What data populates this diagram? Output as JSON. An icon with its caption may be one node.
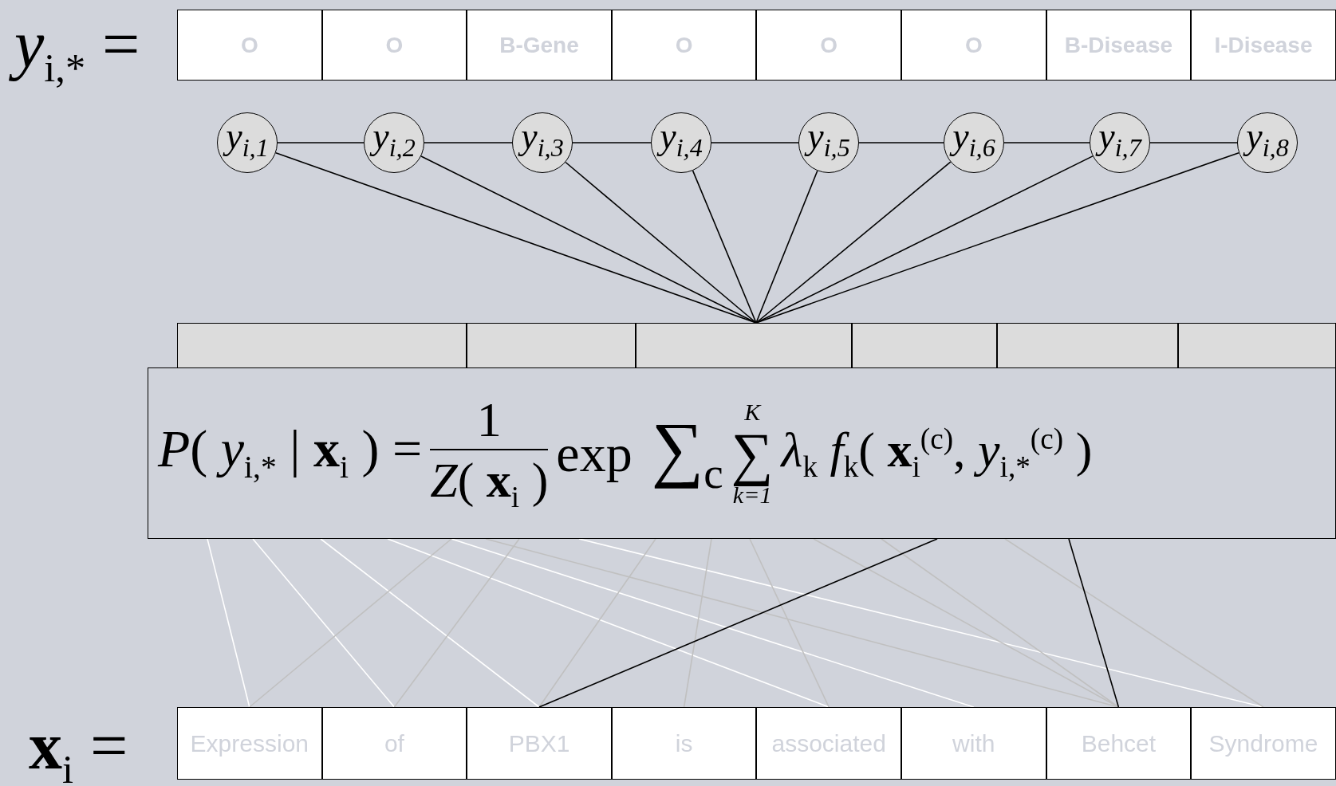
{
  "diagram": {
    "nodes": [
      {
        "text": [
          "O"
        ]
      },
      {
        "text": [
          "O"
        ]
      },
      {
        "text": [
          "B-Gene"
        ]
      },
      {
        "text": [
          "O"
        ]
      },
      {
        "text": [
          "O"
        ]
      },
      {
        "text": [
          "O"
        ]
      },
      {
        "text": [
          "B-Disease"
        ]
      },
      {
        "text": [
          "I-Disease"
        ]
      },
      {
        "text": [
          "y$_{i,1}$"
        ]
      },
      {
        "text": [
          "y$_{i,2}$"
        ]
      },
      {
        "text": [
          "y$_{i,3}$"
        ]
      },
      {
        "text": [
          "y$_{i,4}$"
        ]
      },
      {
        "text": [
          "y$_{i,5}$"
        ]
      },
      {
        "text": [
          "y$_{i,6}$"
        ]
      },
      {
        "text": [
          "y$_{i,7}$"
        ]
      },
      {
        "text": [
          "y$_{i,8}$"
        ]
      },
      {
        "text": [],
        "shape": "box"
      },
      {
        "text": [],
        "shape": "box"
      },
      {
        "text": [],
        "shape": "box"
      },
      {
        "text": [],
        "shape": "box"
      },
      {
        "text": [],
        "shape": "box"
      },
      {
        "text": [],
        "shape": "box"
      },
      {
        "text": [
          "*P*( *y*$_{i,*}$ | **x**$_{i}$ ) =",
          "1",
          "*Z*( **x**$_{i}$ )",
          "exp",
          "∑$_{c}$",
          "K",
          "∑",
          "k=1",
          "*λ*$_{k}$ *f*$_{k}$( **x**$_{i}$$^{(c)}$, *y*$_{i,*}$$^{(c)}$ )"
        ]
      },
      {
        "text": [
          "Expression"
        ]
      },
      {
        "text": [
          "of"
        ]
      },
      {
        "text": [
          "PBX1"
        ]
      },
      {
        "text": [
          "is"
        ]
      },
      {
        "text": [
          "associated"
        ]
      },
      {
        "text": [
          "with"
        ]
      },
      {
        "text": [
          "Behcet"
        ]
      },
      {
        "text": [
          "Syndrome"
        ]
      }
    ],
    "edges": [
      {
        "from": 8,
        "to": 9,
        "arrow": "none"
      },
      {
        "from": 9,
        "to": 10,
        "arrow": "none"
      },
      {
        "from": 10,
        "to": 11,
        "arrow": "none"
      },
      {
        "from": 11,
        "to": 12,
        "arrow": "none"
      },
      {
        "from": 12,
        "to": 13,
        "arrow": "none"
      },
      {
        "from": 13,
        "to": 14,
        "arrow": "none"
      },
      {
        "from": 14,
        "to": 15,
        "arrow": "none"
      },
      {
        "from": 8,
        "to": 18,
        "arrow": "none"
      },
      {
        "from": 9,
        "to": 18,
        "arrow": "none"
      },
      {
        "from": 10,
        "to": 18,
        "arrow": "none"
      },
      {
        "from": 11,
        "to": 18,
        "arrow": "none"
      },
      {
        "from": 12,
        "to": 18,
        "arrow": "none"
      },
      {
        "from": 13,
        "to": 18,
        "arrow": "none"
      },
      {
        "from": 14,
        "to": 18,
        "arrow": "none"
      },
      {
        "from": 15,
        "to": 18,
        "arrow": "none"
      },
      {
        "from": 23,
        "to": 22,
        "arrow": "none",
        "color": "#ffffff"
      },
      {
        "from": 24,
        "to": 22,
        "arrow": "none",
        "color": "#ffffff"
      },
      {
        "from": 25,
        "to": 22,
        "arrow": "none",
        "color": "#ffffff"
      },
      {
        "from": 27,
        "to": 22,
        "arrow": "none",
        "color": "#ffffff"
      },
      {
        "from": 28,
        "to": 22,
        "arrow": "none",
        "color": "#ffffff"
      },
      {
        "from": 30,
        "to": 22,
        "arrow": "none",
        "color": "#ffffff"
      },
      {
        "from": 23,
        "to": 22,
        "arrow": "none",
        "color": "#c0c0c0"
      },
      {
        "from": 24,
        "to": 22,
        "arrow": "none",
        "color": "#c0c0c0"
      },
      {
        "from": 25,
        "to": 22,
        "arrow": "none",
        "color": "#c0c0c0"
      },
      {
        "from": 26,
        "to": 22,
        "arrow": "none",
        "color": "#c0c0c0"
      },
      {
        "from": 27,
        "to": 22,
        "arrow": "none",
        "color": "#c0c0c0"
      },
      {
        "from": 29,
        "to": 22,
        "arrow": "none",
        "color": "#c0c0c0"
      },
      {
        "from": 29,
        "to": 22,
        "arrow": "none",
        "color": "#c0c0c0"
      },
      {
        "from": 29,
        "to": 22,
        "arrow": "none",
        "color": "#c0c0c0"
      },
      {
        "from": 30,
        "to": 22,
        "arrow": "none",
        "color": "#c0c0c0"
      },
      {
        "from": 25,
        "to": 22,
        "arrow": "none"
      },
      {
        "from": 29,
        "to": 22,
        "arrow": "none"
      }
    ],
    "labels": [
      "*y*$_{i,*}$ =",
      "**x**$_{i}$ ="
    ]
  }
}
